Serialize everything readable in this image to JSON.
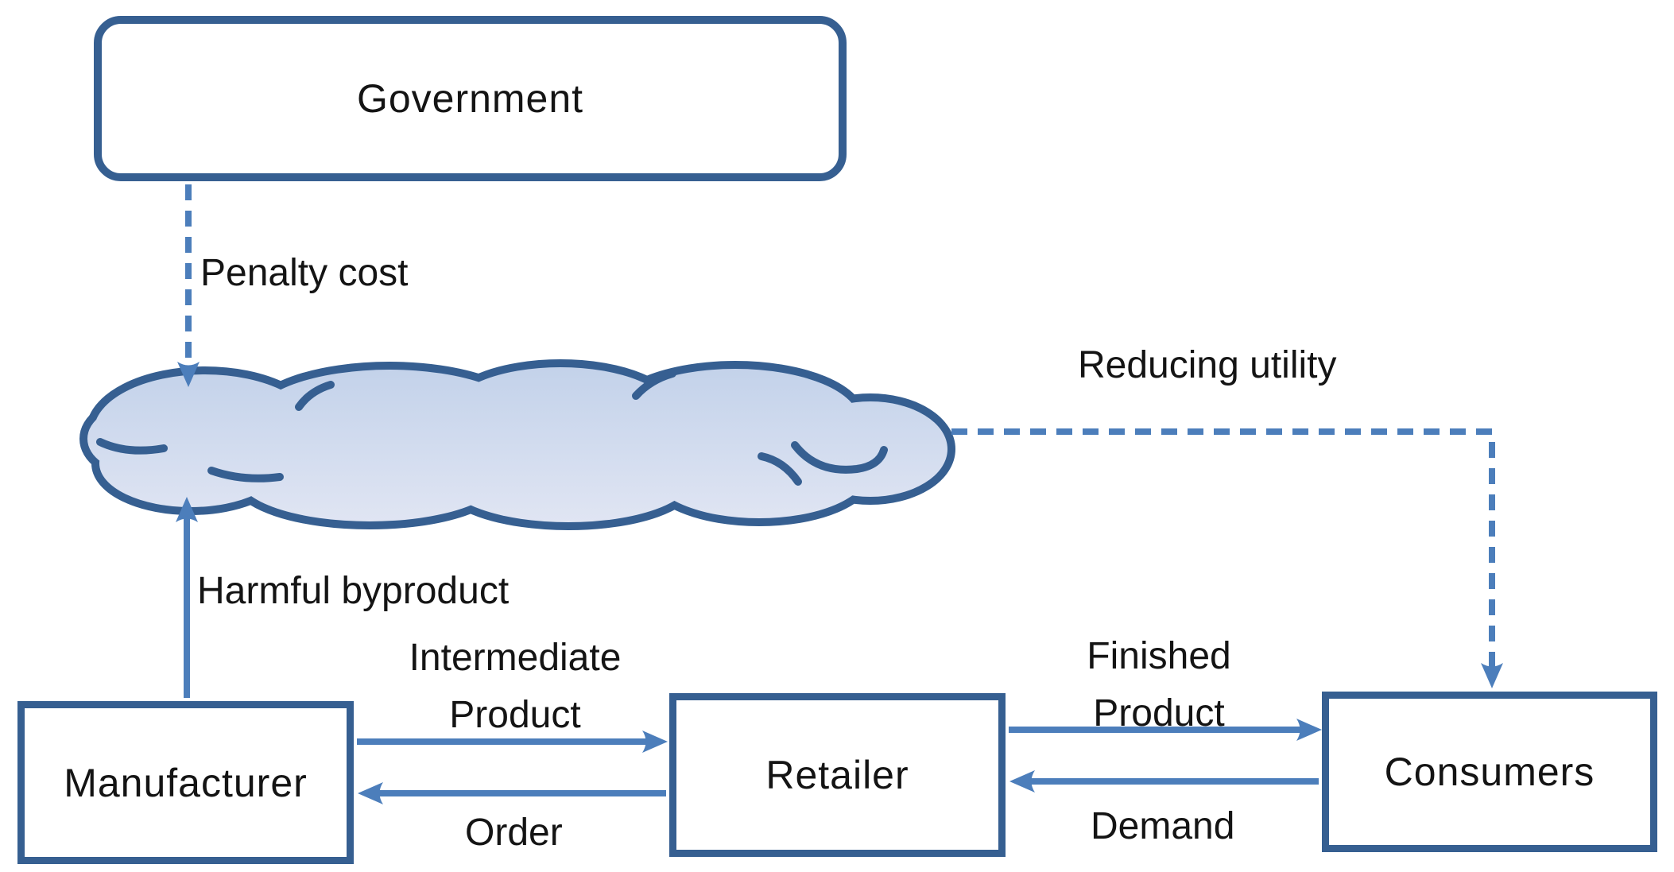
{
  "diagram": {
    "description": "Supply chain diagram with government penalty on harmful byproduct pollution"
  },
  "nodes": {
    "government": {
      "label": "Government"
    },
    "manufacturer": {
      "label": "Manufacturer"
    },
    "retailer": {
      "label": "Retailer"
    },
    "consumers": {
      "label": "Consumers"
    }
  },
  "cloud": {
    "name": "harmful-byproduct-cloud"
  },
  "edges": {
    "penalty_cost": {
      "label": "Penalty cost",
      "style": "dashed",
      "from": "government",
      "to": "cloud"
    },
    "harmful_byproduct": {
      "label": "Harmful byproduct",
      "style": "solid",
      "from": "manufacturer",
      "to": "cloud"
    },
    "reducing_utility": {
      "label": "Reducing utility",
      "style": "dashed",
      "from": "cloud",
      "to": "consumers"
    },
    "intermediate_product": {
      "line1": "Intermediate",
      "line2": "Product",
      "style": "solid",
      "from": "manufacturer",
      "to": "retailer"
    },
    "order": {
      "label": "Order",
      "style": "solid",
      "from": "retailer",
      "to": "manufacturer"
    },
    "finished_product": {
      "line1": "Finished",
      "line2": "Product",
      "style": "solid",
      "from": "retailer",
      "to": "consumers"
    },
    "demand": {
      "label": "Demand",
      "style": "solid",
      "from": "consumers",
      "to": "retailer"
    }
  },
  "colors": {
    "node_border": "#365F91",
    "arrow": "#4C7EBB",
    "cloud_fill_top": "#C3D2EA",
    "cloud_fill_bottom": "#E0E5F3",
    "text": "#141414",
    "background": "#FFFFFF"
  }
}
